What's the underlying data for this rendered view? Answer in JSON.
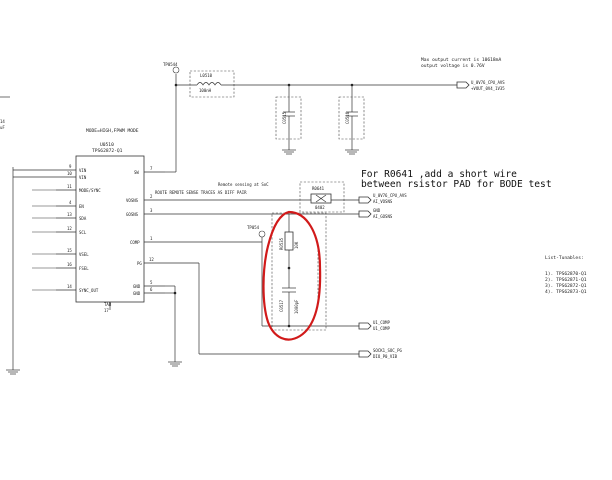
{
  "header": {
    "max_current": "Max output current is 10618mA",
    "output_voltage": "output voltage is 0.76V"
  },
  "ic": {
    "mode": "MODE=HIGH,FPWM MODE",
    "ref": "U0510",
    "part": "TPS62872-Q1",
    "pins_left": [
      {
        "num": "9",
        "name": "VIN"
      },
      {
        "num": "10",
        "name": "VIN"
      },
      {
        "num": "11",
        "name": "MODE/SYNC"
      },
      {
        "num": "4",
        "name": "EN"
      },
      {
        "num": "13",
        "name": "SDA"
      },
      {
        "num": "12",
        "name": "SCL"
      },
      {
        "num": "15",
        "name": "VSEL"
      },
      {
        "num": "16",
        "name": "FSEL"
      },
      {
        "num": "14",
        "name": "SYNC_OUT"
      }
    ],
    "pins_right": [
      {
        "num": "7",
        "name": "SW"
      },
      {
        "num": "2",
        "name": "VOSNS"
      },
      {
        "num": "3",
        "name": "GOSNS"
      },
      {
        "num": "1",
        "name": "COMP"
      },
      {
        "num": "12",
        "name": "PG"
      },
      {
        "num": "5",
        "name": "GND"
      },
      {
        "num": "6",
        "name": "GND"
      }
    ],
    "tab_label": "TAB",
    "tab_num": "17"
  },
  "left_cap": {
    "ref": "14",
    "value": "uF"
  },
  "inductor": {
    "ref": "L0510",
    "value": "100nH"
  },
  "testpoints": {
    "tp1": "TP0544",
    "tp2": "TP054"
  },
  "caps": {
    "c1": "C0515",
    "c2": "C0516"
  },
  "nets": {
    "vout_a": "U_0V76_CPU_AVS",
    "vout_b": "+VOUT_0V4_1V35",
    "vsns_a": "U_0V76_CPU_AVS",
    "vsns_b": "AI_VOSNS",
    "gnd_a": "GND",
    "gnd_b": "AI_GOSNS",
    "comp_a": "U1_COMP",
    "comp_b": "U1_COMP",
    "pg_a": "SOCK1_SOC_PG",
    "pg_b": "DIO_P0_VIB"
  },
  "remote_sense": "Remote sensing at SoC",
  "route_note": "ROUTE REMOTE SENSE TRACES AS DIFF PAIR",
  "resistor": {
    "ref": "R0641",
    "value": "0402"
  },
  "note": {
    "line1": "For R0641 ,add a short wire",
    "line2": "between rsistor PAD for BODE test"
  },
  "comp_parts": {
    "r": "R0535",
    "r_val": "10K",
    "c": "C0517",
    "c_val": "1000pF"
  },
  "tunables": {
    "title": "List-Tunables:",
    "items": [
      "1). TPS62870-Q1",
      "2). TPS62871-Q1",
      "3). TPS62872-Q1",
      "4). TPS62873-Q1"
    ]
  }
}
